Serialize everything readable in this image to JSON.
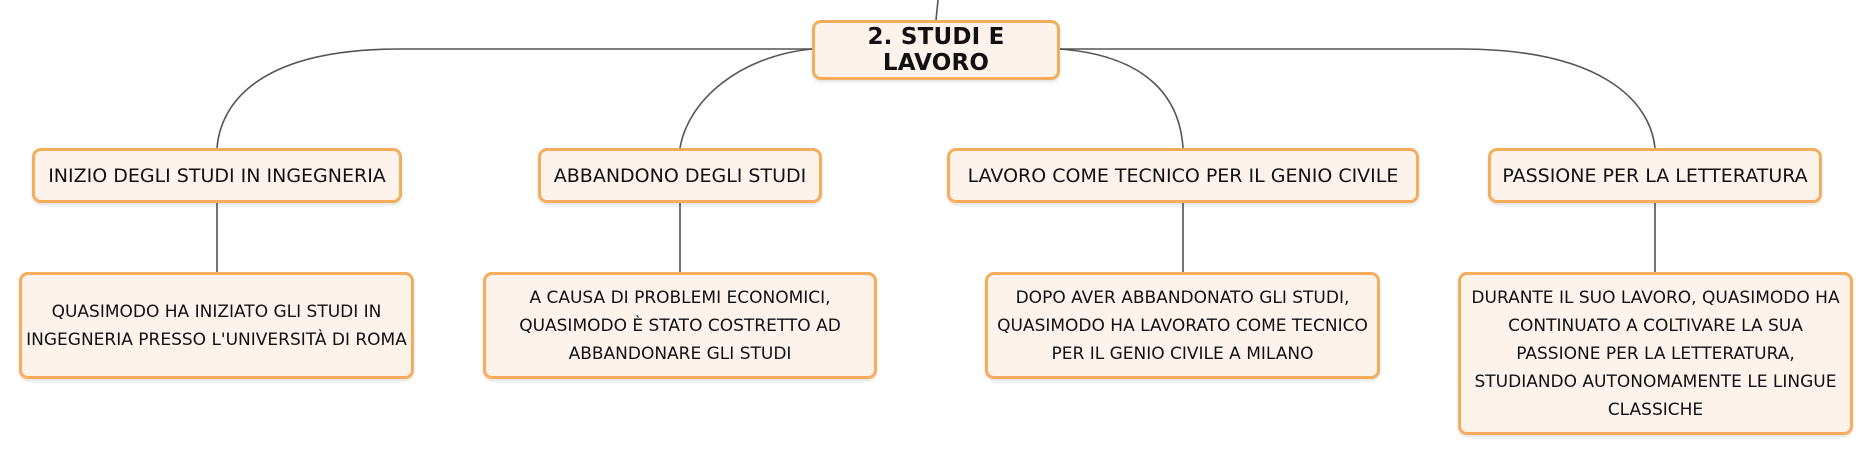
{
  "root": {
    "label": "2. STUDI E LAVORO"
  },
  "topics": [
    {
      "label": "INIZIO DEGLI STUDI IN INGEGNERIA"
    },
    {
      "label": "ABBANDONO DEGLI STUDI"
    },
    {
      "label": "LAVORO COME TECNICO PER IL GENIO CIVILE"
    },
    {
      "label": "PASSIONE PER LA LETTERATURA"
    }
  ],
  "details": [
    {
      "text": "QUASIMODO HA INIZIATO GLI STUDI IN INGEGNERIA PRESSO L'UNIVERSITÀ DI ROMA"
    },
    {
      "text": "A CAUSA DI PROBLEMI ECONOMICI, QUASIMODO È STATO COSTRETTO AD ABBANDONARE GLI STUDI"
    },
    {
      "text": "DOPO AVER ABBANDONATO GLI STUDI, QUASIMODO HA LAVORATO COME TECNICO PER IL GENIO CIVILE A MILANO"
    },
    {
      "text": "DURANTE IL SUO LAVORO, QUASIMODO HA CONTINUATO A COLTIVARE LA SUA PASSIONE PER LA LETTERATURA, STUDIANDO AUTONOMAMENTE LE LINGUE CLASSICHE"
    }
  ],
  "colors": {
    "node_border": "#f4ad5c",
    "node_fill": "#fdf3ea",
    "connector": "#555555"
  }
}
